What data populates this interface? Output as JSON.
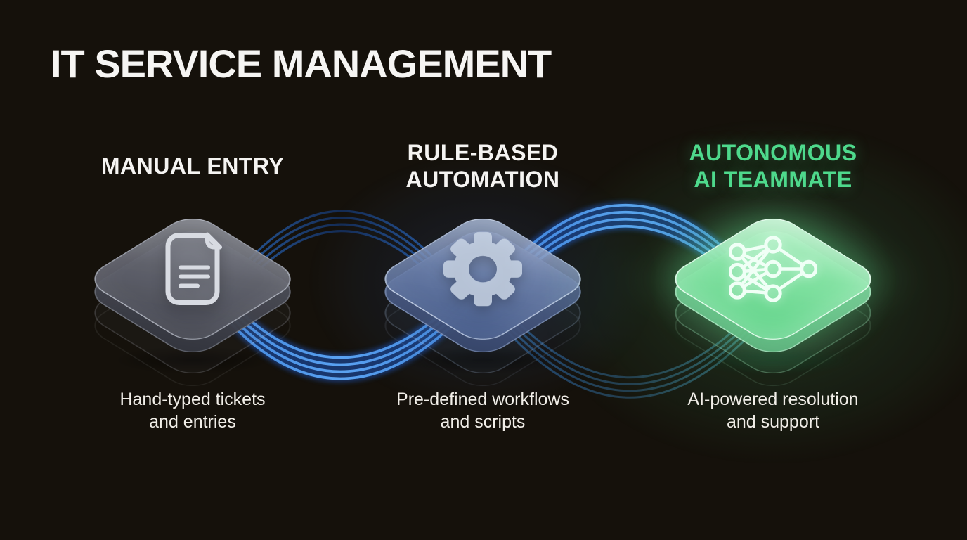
{
  "title": "IT SERVICE MANAGEMENT",
  "stages": [
    {
      "heading": "MANUAL ENTRY",
      "heading_color": "#f5f4f2",
      "caption": "Hand-typed tickets\nand entries",
      "icon": "document-icon"
    },
    {
      "heading": "RULE-BASED\nAUTOMATION",
      "heading_color": "#f5f4f2",
      "caption": "Pre-defined workflows\nand scripts",
      "icon": "gear-icon"
    },
    {
      "heading": "AUTONOMOUS\nAI TEAMMATE",
      "heading_color": "#4ed98c",
      "caption": "AI-powered resolution\nand support",
      "icon": "neural-network-icon"
    }
  ],
  "colors": {
    "background": "#15110b",
    "title_text": "#f6f5f3",
    "heading_default": "#f5f4f2",
    "heading_accent_green": "#4ed98c",
    "caption_text": "#f1eee8",
    "connector_bright_blue": "#4f97ee",
    "connector_dim_blue": "#1d4180",
    "node_gray": "#83868f",
    "node_blue_gray": "#7e93b8",
    "node_green": "#63d68c"
  }
}
